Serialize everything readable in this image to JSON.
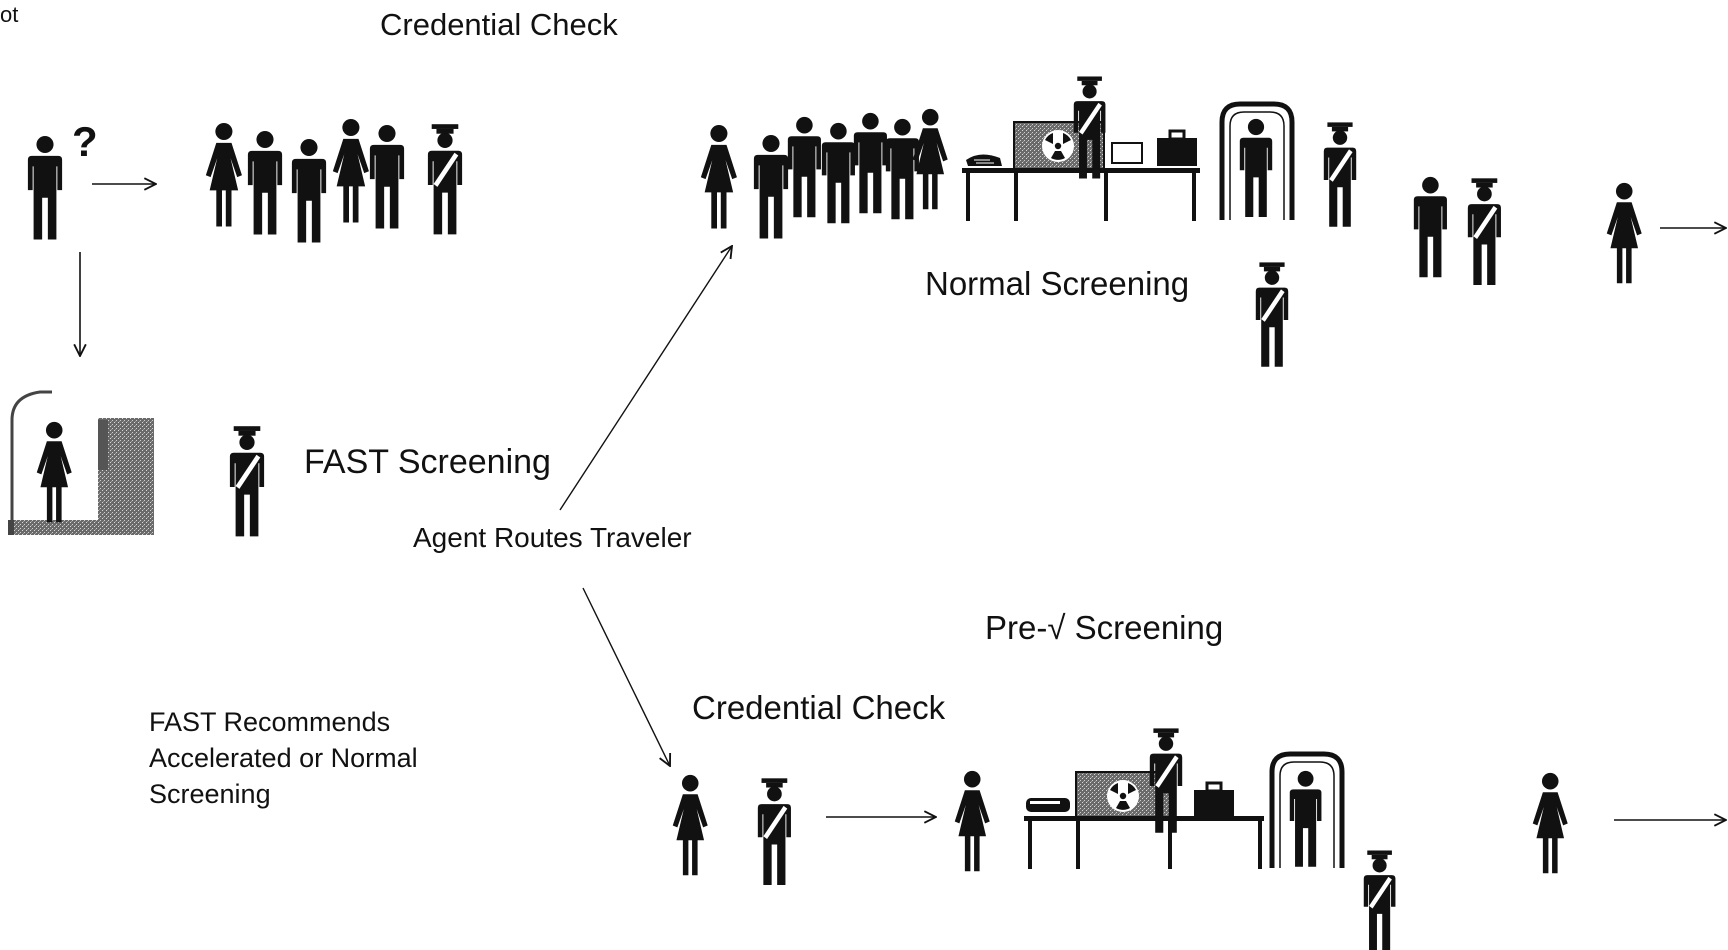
{
  "labels": {
    "corner": "ot",
    "credential_check_top": "Credential Check",
    "normal_screening": "Normal Screening",
    "fast_screening": "FAST Screening",
    "agent_routes": "Agent Routes Traveler",
    "precheck_screening": "Pre-√ Screening",
    "credential_check_bottom": "Credential Check",
    "fast_recommends": [
      "FAST Recommends",
      "Accelerated or Normal",
      "Screening"
    ]
  },
  "icons": {
    "question_mark": "?",
    "xray_symbol": "radiation-icon"
  }
}
